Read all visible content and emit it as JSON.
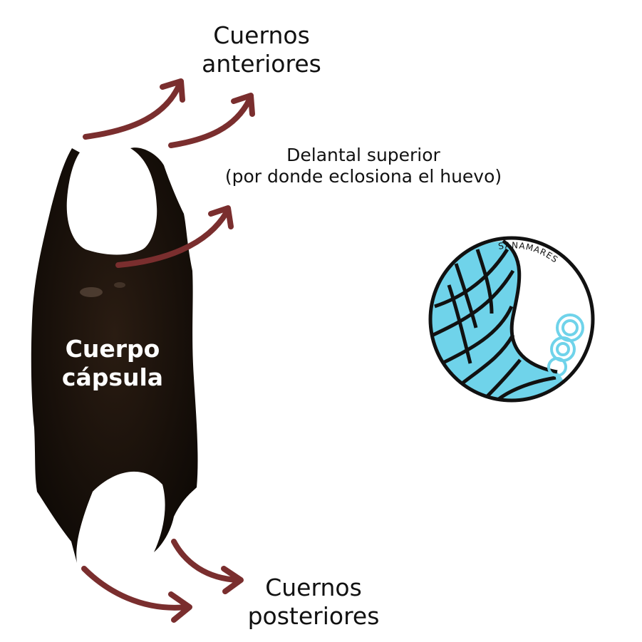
{
  "labels": {
    "anterior_horns": [
      "Cuernos",
      "anteriores"
    ],
    "upper_apron": [
      "Delantal superior",
      "(por donde eclosiona el huevo)"
    ],
    "posterior_horns": [
      "Cuernos",
      "posteriores"
    ],
    "capsule_body": [
      "Cuerpo",
      "cápsula"
    ]
  },
  "logo": {
    "text": "SANAMARES"
  },
  "colors": {
    "arrow": "#7a2e2e",
    "capsule": "#1a120c",
    "wave_blue": "#6fd3ea",
    "outline": "#111111"
  }
}
